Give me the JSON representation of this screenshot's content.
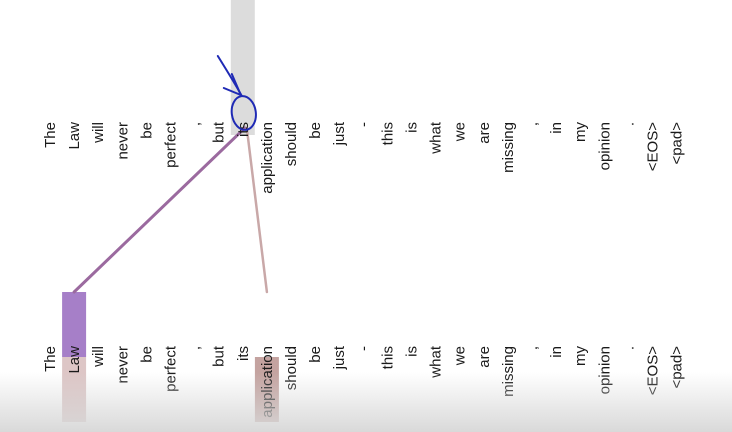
{
  "tokens": [
    "The",
    "Law",
    "will",
    "never",
    "be",
    "perfect",
    ",",
    "but",
    "its",
    "application",
    "should",
    "be",
    "just",
    "-",
    "this",
    "is",
    "what",
    "we",
    "are",
    "missing",
    ",",
    "in",
    "my",
    "opinion",
    ".",
    "<EOS>",
    "<pad>"
  ],
  "query_token_index": 8,
  "attention": [
    {
      "target_index": 1,
      "weight": 0.85
    },
    {
      "target_index": 9,
      "weight": 0.4
    }
  ],
  "colors": {
    "head_a": "#a67fc8",
    "head_a_faint": "#ddc6c6",
    "head_b": "#c4a3a0",
    "line_a": "#9b6a9f",
    "line_b": "#c9a8a8",
    "query_highlight": "#dcdcdc",
    "pen_annotation": "#1f2ab5"
  },
  "annotations": {
    "pen_circle_around": "its",
    "pen_arrow": true
  }
}
